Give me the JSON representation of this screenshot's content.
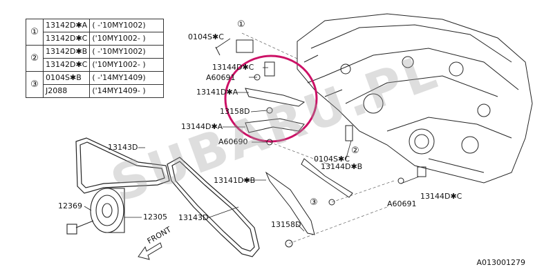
{
  "table": [
    {
      "num": "①",
      "part": "13142D✱A",
      "range": "( -'10MY1002)"
    },
    {
      "num": "",
      "part": "13142D✱C",
      "range": "('10MY1002- )"
    },
    {
      "num": "②",
      "part": "13142D✱B",
      "range": "( -'10MY1002)"
    },
    {
      "num": "",
      "part": "13142D✱C",
      "range": "('10MY1002- )"
    },
    {
      "num": "③",
      "part": "0104S✱B",
      "range": "( -'14MY1409)"
    },
    {
      "num": "",
      "part": "J2088",
      "range": "('14MY1409- )"
    }
  ],
  "labels": {
    "l0104s_top": "0104S✱C",
    "l13144d_c_top": "13144D✱C",
    "la60691_top": "A60691",
    "l13141d_a": "13141D✱A",
    "l13158d_top": "13158D",
    "l13144d_a": "13144D✱A",
    "la60690": "A60690",
    "l0104s_mid": "0104S✱C",
    "l13144d_b": "13144D✱B",
    "l13141d_b": "13141D✱B",
    "l13144d_c_bot": "13144D✱C",
    "la60691_bot": "A60691",
    "l13158d_bot": "13158D",
    "l13143d_top": "13143D",
    "l13143d_bot": "13143D",
    "l12369": "12369",
    "l12305": "12305",
    "circ1": "①",
    "circ2": "②",
    "circ3": "③"
  },
  "front_label": "FRONT",
  "ref_code": "A013001279",
  "watermark": "SUBARU.PL",
  "colors": {
    "highlight": "#cc1166",
    "line": "#222222"
  }
}
